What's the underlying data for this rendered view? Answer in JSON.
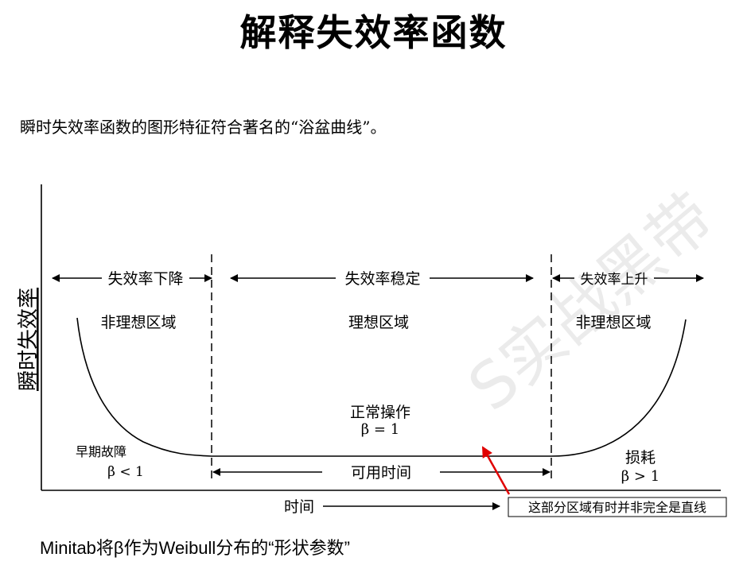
{
  "title": "解释失效率函数",
  "intro": "瞬时失效率函数的图形特征符合著名的“浴盆曲线”。",
  "diagram": {
    "y_axis_label": "瞬时失效率",
    "x_axis_label": "时间",
    "regions": {
      "decreasing": "失效率下降",
      "stable": "失效率稳定",
      "increasing": "失效率上升"
    },
    "zones": {
      "left": "非理想区域",
      "middle": "理想区域",
      "right": "非理想区域"
    },
    "early": {
      "label": "早期故障",
      "beta": "β < 1"
    },
    "normal": {
      "label": "正常操作",
      "beta": "β = 1"
    },
    "wearout": {
      "label": "损耗",
      "beta": "β > 1"
    },
    "usable_time": "可用时间",
    "callout": "这部分区域有时并非完全是直线",
    "callout_color": "#e00000"
  },
  "footer": "Minitab将β作为Weibull分布的“形状参数”",
  "watermark": "S实战黑带"
}
